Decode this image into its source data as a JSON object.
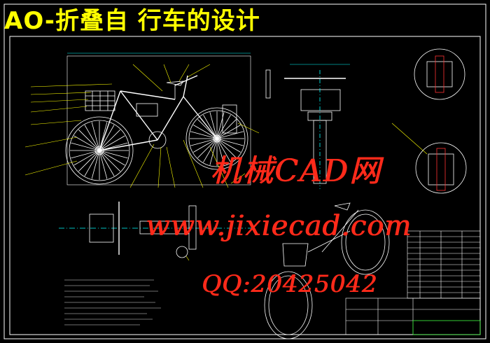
{
  "title": "AO-折叠自 行车的设计",
  "watermarks": {
    "brand": "机械CAD网",
    "site": "www.jixiecad.com",
    "qq": "QQ:20425042"
  },
  "colors": {
    "background": "#000000",
    "title": "#ffff00",
    "watermark": "#ff2a1a",
    "frame": "#ffffff",
    "drawing_lines": "#ffffff",
    "dimension_lines": "#00ffff",
    "leader_lines": "#ffff00",
    "hatch": "#ff3030"
  }
}
